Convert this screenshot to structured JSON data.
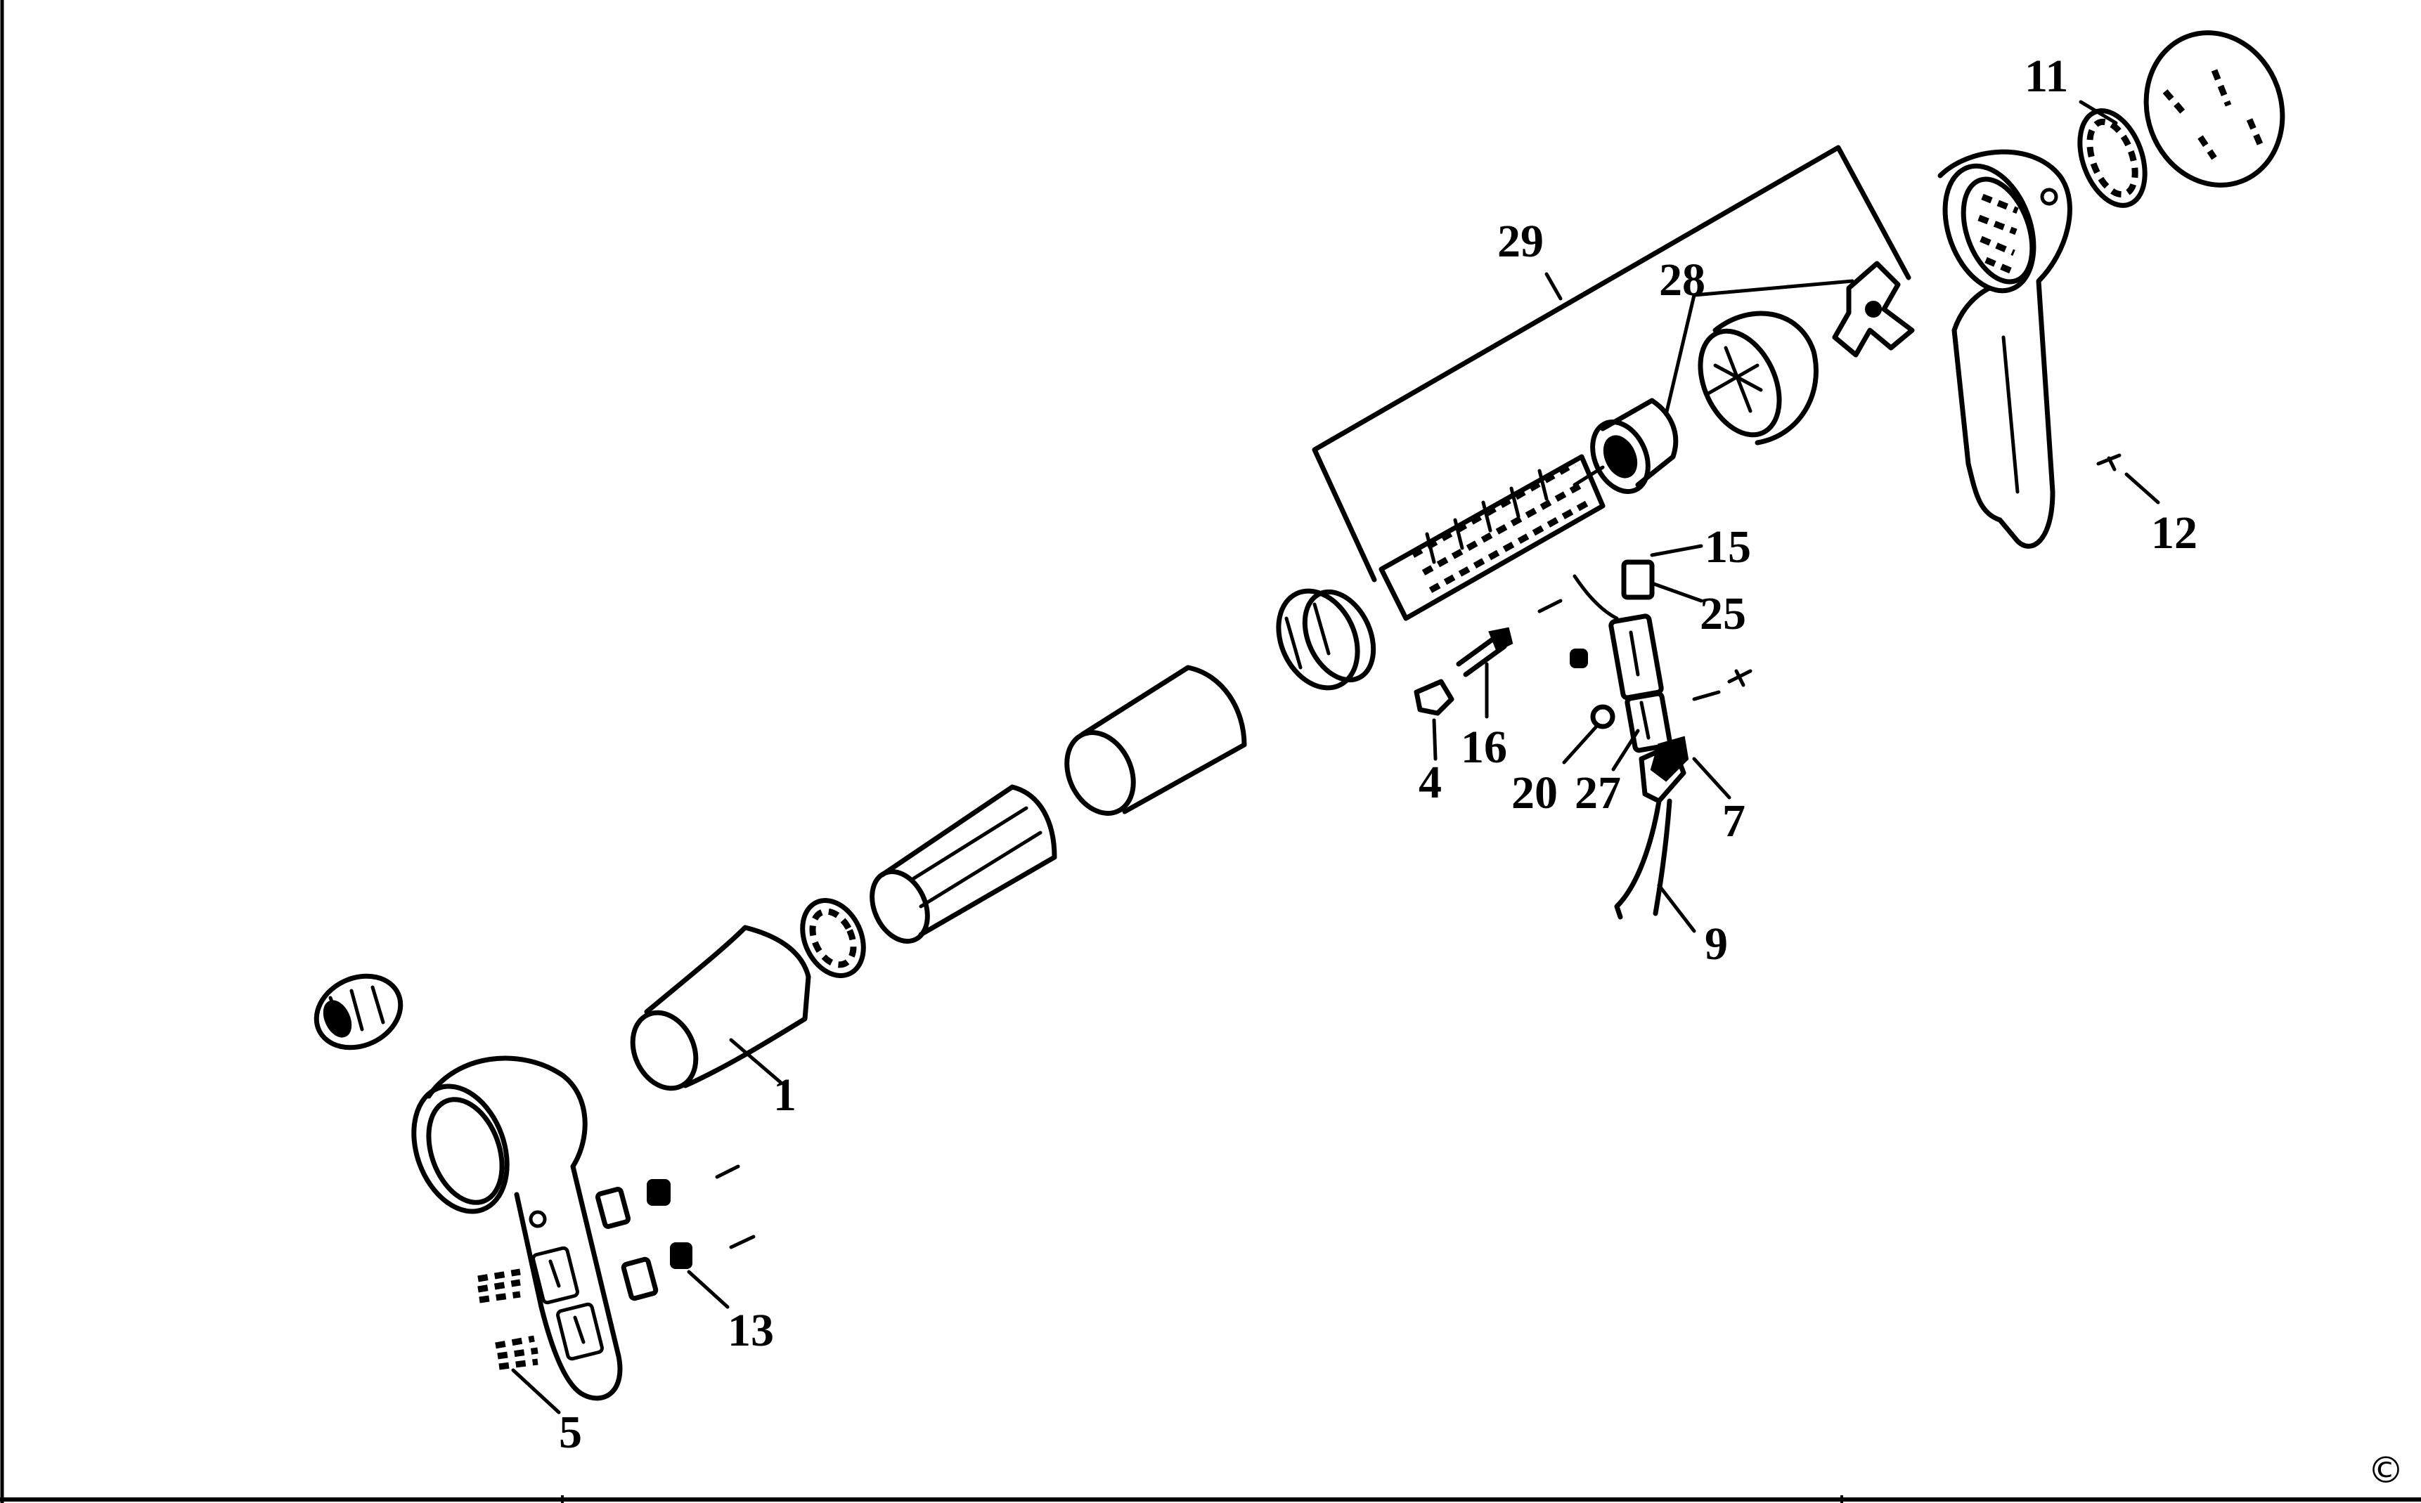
{
  "diagram": {
    "callouts": [
      {
        "id": "1",
        "text": "1"
      },
      {
        "id": "4",
        "text": "4"
      },
      {
        "id": "5",
        "text": "5"
      },
      {
        "id": "7",
        "text": "7"
      },
      {
        "id": "9",
        "text": "9"
      },
      {
        "id": "11",
        "text": "11"
      },
      {
        "id": "12",
        "text": "12"
      },
      {
        "id": "13",
        "text": "13"
      },
      {
        "id": "15",
        "text": "15"
      },
      {
        "id": "16",
        "text": "16"
      },
      {
        "id": "20",
        "text": "20"
      },
      {
        "id": "25",
        "text": "25"
      },
      {
        "id": "27",
        "text": "27"
      },
      {
        "id": "28",
        "text": "28"
      },
      {
        "id": "29",
        "text": "29"
      }
    ],
    "copyright": "©"
  }
}
